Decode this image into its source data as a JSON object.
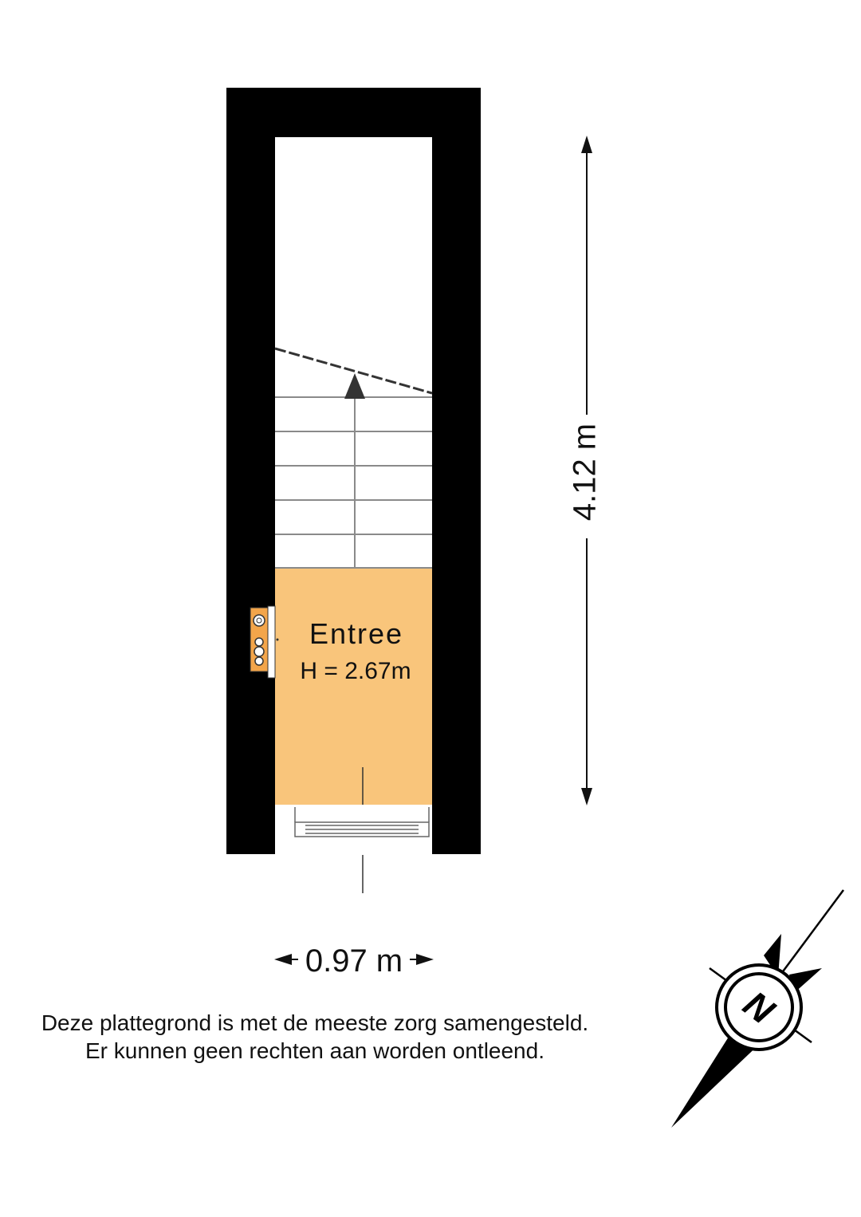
{
  "room": {
    "name": "Entree",
    "height_label": "H = 2.67m",
    "fill_color": "#f9c57b"
  },
  "dimensions": {
    "depth_label": "4.12 m",
    "width_label": "0.97 m"
  },
  "compass": {
    "label": "N",
    "icon": "north-arrow-icon"
  },
  "disclaimer": {
    "line1": "Deze plattegrond is met de meeste zorg samengesteld.",
    "line2": "Er kunnen geen rechten aan worden ontleend."
  },
  "colors": {
    "wall": "#000000",
    "stair_line": "#8a8a8a",
    "meter_box": "#f3a54a"
  }
}
